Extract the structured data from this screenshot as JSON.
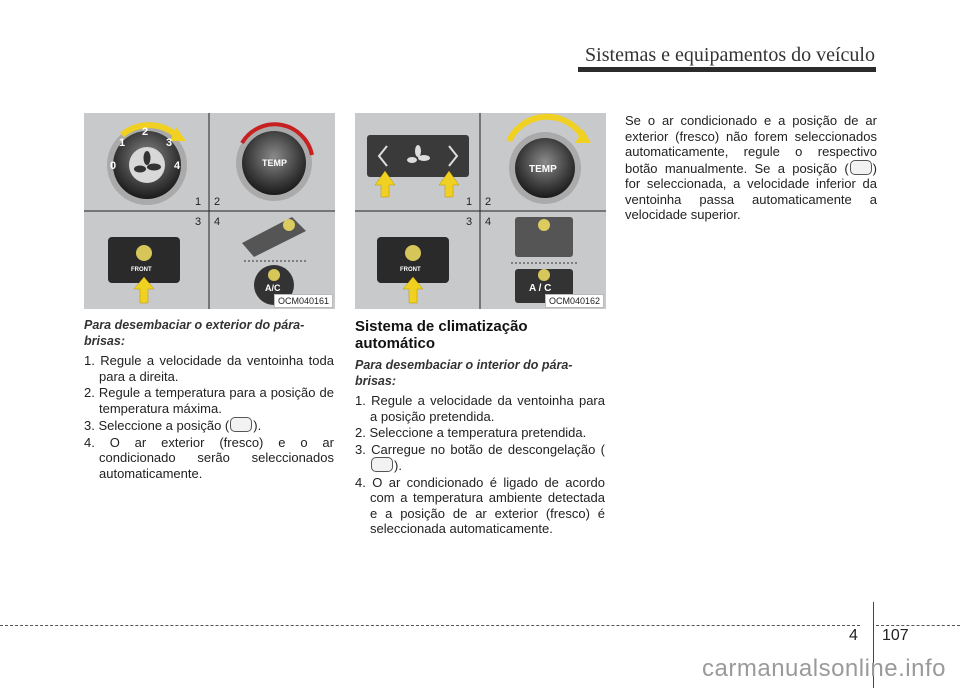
{
  "header": {
    "title": "Sistemas e equipamentos do veículo"
  },
  "figures": [
    {
      "code": "OCM040161",
      "quadrants": [
        "1",
        "2",
        "3",
        "4"
      ],
      "fan_speeds": [
        "0",
        "1",
        "2",
        "3",
        "4"
      ],
      "temp_label": "TEMP",
      "front_label": "FRONT",
      "ac_label": "A/C"
    },
    {
      "code": "OCM040162",
      "quadrants": [
        "1",
        "2",
        "3",
        "4"
      ],
      "temp_label": "TEMP",
      "front_label": "FRONT",
      "ac_label": "A / C"
    }
  ],
  "column1": {
    "subheading": "Para desembaciar o exterior do pára-brisas:",
    "steps": [
      "1. Regule a velocidade da ventoinha toda para a direita.",
      "2. Regule a temperatura para a posição de temperatura máxima.",
      "3. Seleccione a posição (",
      "4. O ar exterior (fresco) e o ar condicionado serão seleccionados automaticamente."
    ],
    "step3_tail": ")."
  },
  "column2": {
    "title": "Sistema de climatização automático",
    "subheading": "Para desembaciar o interior do pára-brisas:",
    "steps": [
      "1. Regule a velocidade da ventoinha para a posição pretendida.",
      "2. Seleccione a temperatura pretendida.",
      "3. Carregue no botão de descongelação (",
      "4. O ar condicionado é ligado de acordo com a temperatura ambiente detectada e a posição de ar exterior (fresco) é seleccionada automaticamente."
    ],
    "step3_tail": ")."
  },
  "column3": {
    "para_a": "Se o ar condicionado e a posição de ar exterior (fresco) não forem seleccionados automaticamente, regule o respectivo botão manualmente. Se a posição (",
    "para_b": ") for seleccionada, a velocidade inferior da ventoinha passa automaticamente a velocidade superior."
  },
  "footer": {
    "chapter": "4",
    "page": "107",
    "watermark": "carmanualsonline.info"
  },
  "icons": [
    "fan-icon",
    "defrost-icon",
    "arrow-icon"
  ],
  "colors": {
    "panel_bg": "#c8c9cb",
    "arrow": "#f0d020",
    "accent_line": "#2b2b2b"
  }
}
